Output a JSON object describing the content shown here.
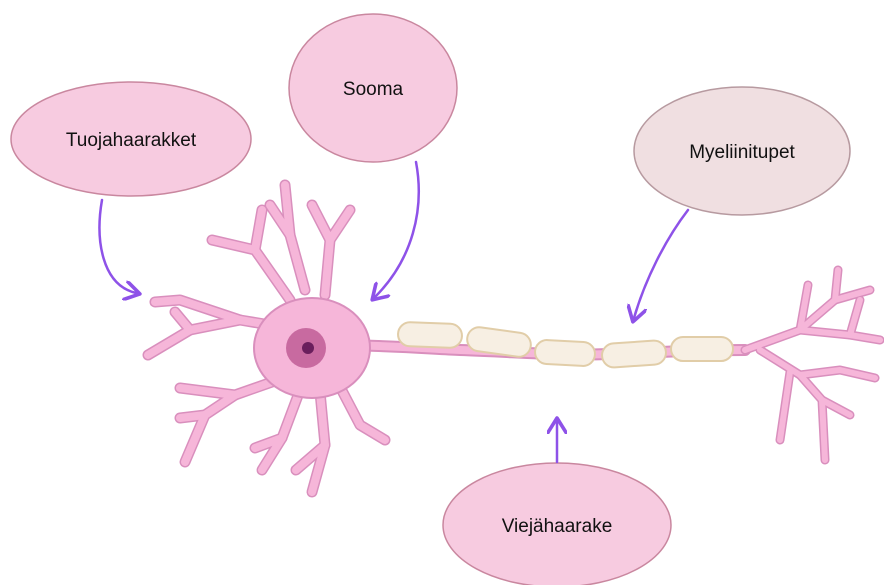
{
  "labels": {
    "dendrites": "Tuojahaarakket",
    "soma": "Sooma",
    "myelin": "Myeliinitupet",
    "axon": "Viejähaarake"
  },
  "colors": {
    "cell_fill": "#f6b6d9",
    "cell_stroke": "#d98fbd",
    "bubble_fill": "#f7cbe0",
    "bubble_stroke": "#c9879f",
    "myelin_bubble_fill": "#f0dfe1",
    "myelin_bubble_stroke": "#b79aa0",
    "myelin_sheath_fill": "#f7efe3",
    "myelin_sheath_stroke": "#e1cda8",
    "nucleus_outer": "#c86aa0",
    "nucleus_inner": "#6a1e5c",
    "arrow": "#8e52e8"
  }
}
